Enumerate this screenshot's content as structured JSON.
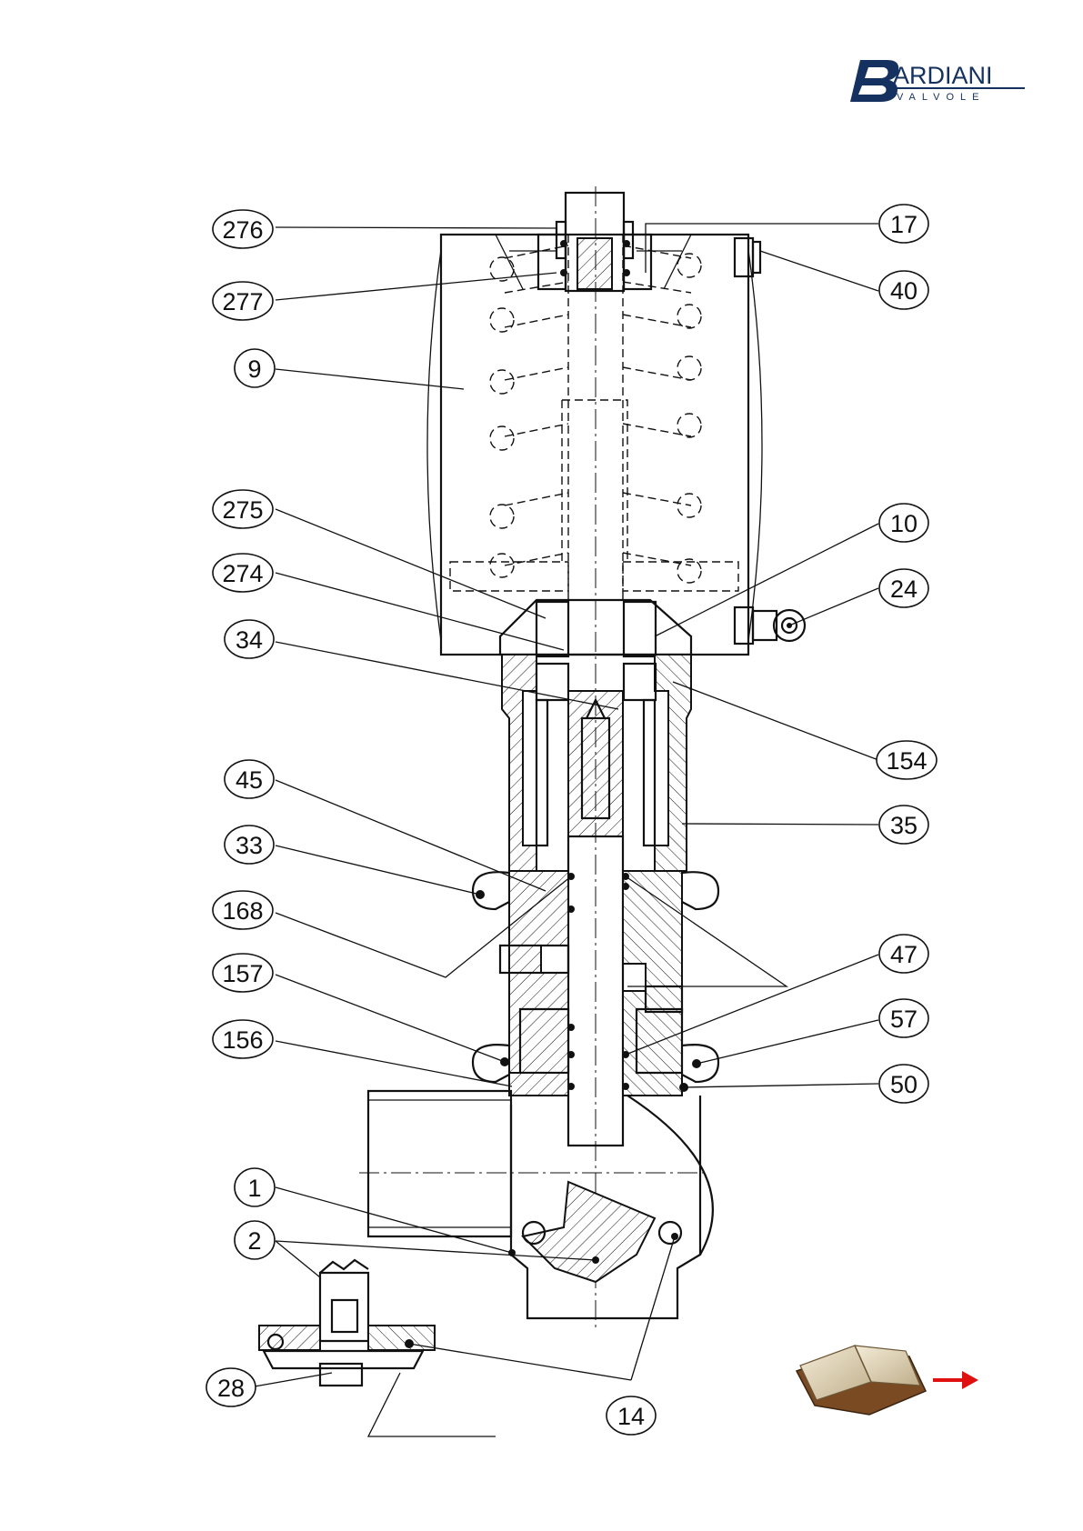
{
  "logo": {
    "text": "ARDIANI",
    "initial": "B",
    "subtitle": "VALVOLE"
  },
  "callouts": [
    "276",
    "277",
    "9",
    "275",
    "274",
    "34",
    "45",
    "33",
    "168",
    "157",
    "156",
    "1",
    "2",
    "28",
    "17",
    "40",
    "10",
    "24",
    "154",
    "35",
    "47",
    "57",
    "50",
    "14"
  ],
  "colors": {
    "logo_blue": "#14315f",
    "arrow_red": "#e01010",
    "book_cover": "#8a5a2b",
    "book_pages": "#e8dcc0"
  },
  "icons": {
    "next_page": "book-icon",
    "arrow": "right-arrow-icon"
  }
}
